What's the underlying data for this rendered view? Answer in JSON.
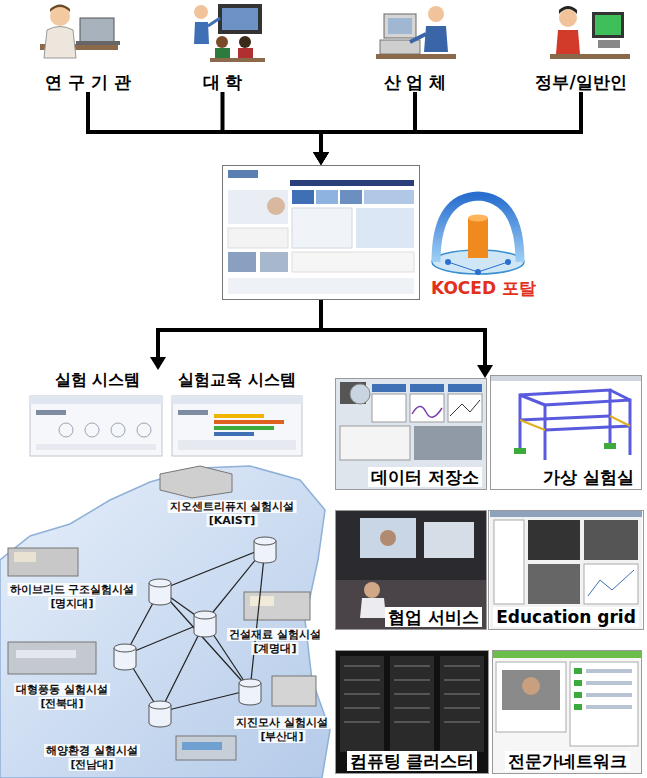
{
  "diagram": {
    "nodes": [
      {
        "text": [
          "연 구 기 관"
        ]
      },
      {
        "text": [
          "대 학"
        ]
      },
      {
        "text": [
          "산 업 체"
        ]
      },
      {
        "text": [
          "정부/일반인"
        ]
      },
      {
        "text": [
          "KOCED 포탈"
        ]
      },
      {
        "text": [
          "실험 시스템"
        ]
      },
      {
        "text": [
          "실험교육 시스템"
        ]
      },
      {
        "text": [
          "데이터 저장소"
        ]
      },
      {
        "text": [
          "가상 실험실"
        ]
      },
      {
        "text": [
          "협업 서비스"
        ]
      },
      {
        "text": [
          "Education grid"
        ]
      },
      {
        "text": [
          "컴퓨팅 클러스터"
        ]
      },
      {
        "text": [
          "전문가네트워크"
        ]
      }
    ],
    "edges": [
      {
        "from": 0,
        "to": 4,
        "arrow": "to"
      },
      {
        "from": 1,
        "to": 4,
        "arrow": "to"
      },
      {
        "from": 2,
        "to": 4,
        "arrow": "to"
      },
      {
        "from": 3,
        "to": 4,
        "arrow": "to"
      },
      {
        "from": 4,
        "to": 5,
        "arrow": "to"
      },
      {
        "from": 4,
        "to": 7,
        "arrow": "to"
      }
    ],
    "labels": [
      "지오센트리퓨지 실험시설",
      "[KAIST]",
      "하이브리드 구조실험시설",
      "[명지대]",
      "건설재료 실험시설",
      "[계명대]",
      "대형풍동 실험시설",
      "[전북대]",
      "해양환경 실험시설",
      "[전남대]",
      "지진모사 실험시설",
      "[부산대]"
    ]
  }
}
